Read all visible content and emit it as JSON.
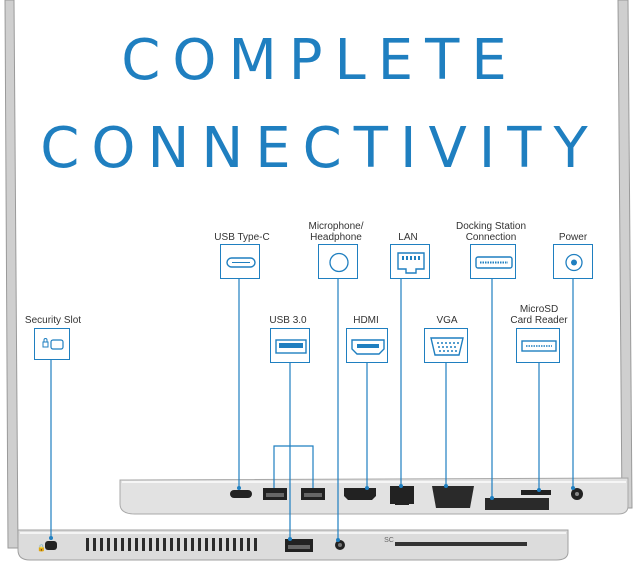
{
  "headline": {
    "line1": "COMPLETE",
    "line2": "CONNECTIVITY"
  },
  "ports": {
    "security_slot": "Security Slot",
    "usb_c": "USB Type-C",
    "usb3": "USB 3.0",
    "mic_line1": "Microphone/",
    "mic_line2": "Headphone",
    "hdmi": "HDMI",
    "lan": "LAN",
    "vga": "VGA",
    "dock_line1": "Docking Station",
    "dock_line2": "Connection",
    "sd_line1": "MicroSD",
    "sd_line2": "Card Reader",
    "power": "Power"
  },
  "chassis": {
    "sc_label": "SC"
  },
  "colors": {
    "accent": "#1f7fc0",
    "chassis": "#d8d8d8",
    "port": "#222222"
  }
}
